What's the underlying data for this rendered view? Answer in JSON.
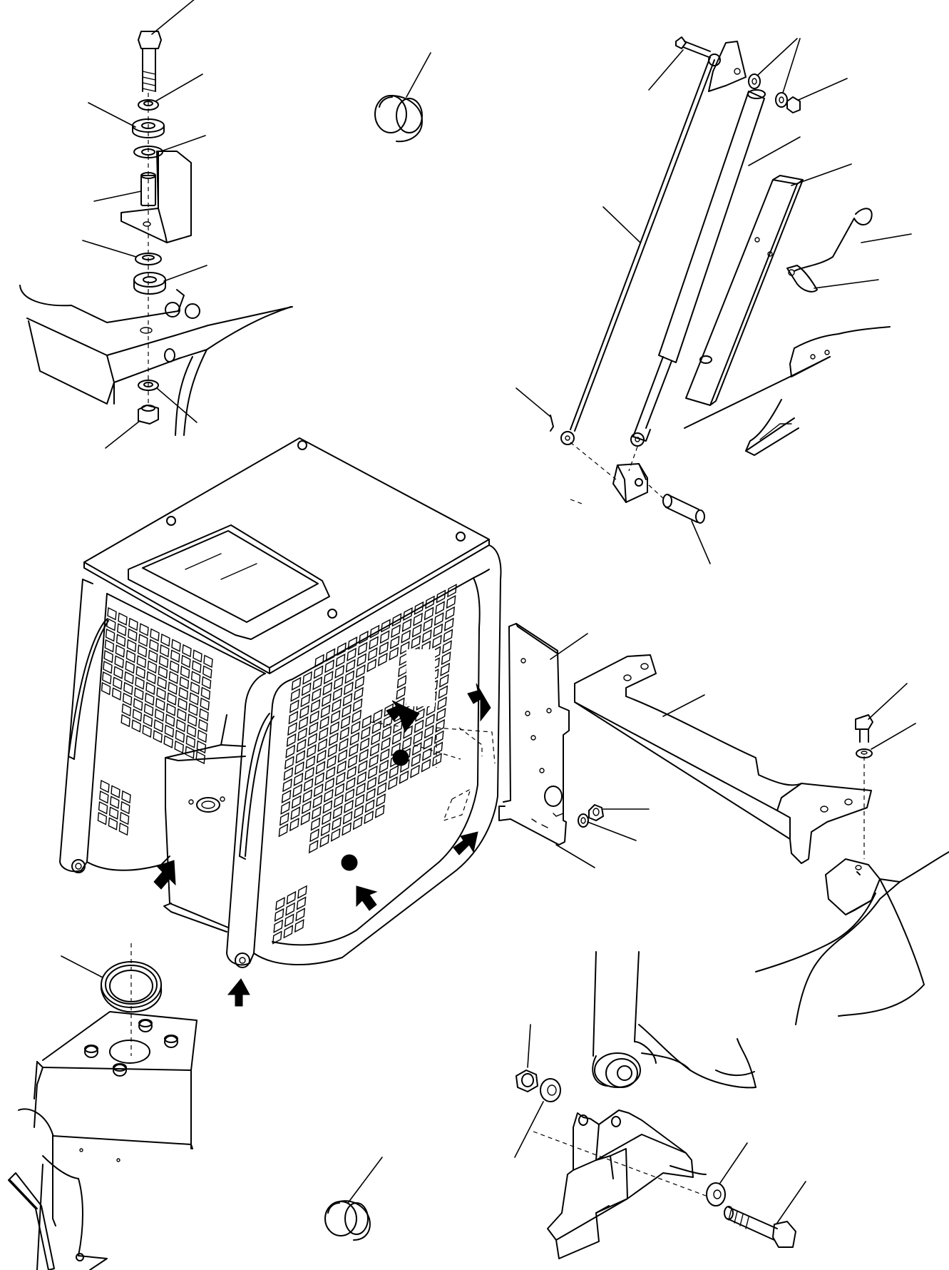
{
  "diagram": {
    "type": "exploded-parts-diagram",
    "groups": [
      {
        "id": "mount-stack",
        "parts": [
          "bolt",
          "washer",
          "cushion",
          "spacer-washer",
          "collar",
          "cushion-lower",
          "washer-lower",
          "nut"
        ],
        "leader_count": 9
      },
      {
        "id": "grommet-top",
        "parts": [
          "grommet"
        ],
        "leader_count": 1
      },
      {
        "id": "gas-spring-assembly",
        "parts": [
          "bolt",
          "bracket",
          "washers",
          "nut",
          "rod",
          "gas-spring",
          "stay",
          "wire",
          "pin",
          "clevis-pin",
          "bracket-lower",
          "cotter-pin"
        ],
        "leader_count": 9
      },
      {
        "id": "cab-guard",
        "parts": [
          "guard-frame",
          "roof-hatch",
          "mesh-panels",
          "mounting-arrows"
        ],
        "leader_count": 0
      },
      {
        "id": "side-plate",
        "parts": [
          "plate",
          "nut",
          "washer"
        ],
        "leader_count": 4
      },
      {
        "id": "cross-bracket",
        "parts": [
          "bracket",
          "bolt",
          "washer"
        ],
        "leader_count": 3
      },
      {
        "id": "seal-ring",
        "parts": [
          "ring-seal"
        ],
        "leader_count": 1
      },
      {
        "id": "grommet-bottom",
        "parts": [
          "grommet"
        ],
        "leader_count": 1
      },
      {
        "id": "lower-pivot",
        "parts": [
          "nut",
          "washer",
          "washer-2",
          "bolt"
        ],
        "leader_count": 4
      },
      {
        "id": "wrench",
        "parts": [
          "hex-key"
        ],
        "leader_count": 0
      }
    ],
    "arrow_count": 8,
    "label_text": []
  }
}
